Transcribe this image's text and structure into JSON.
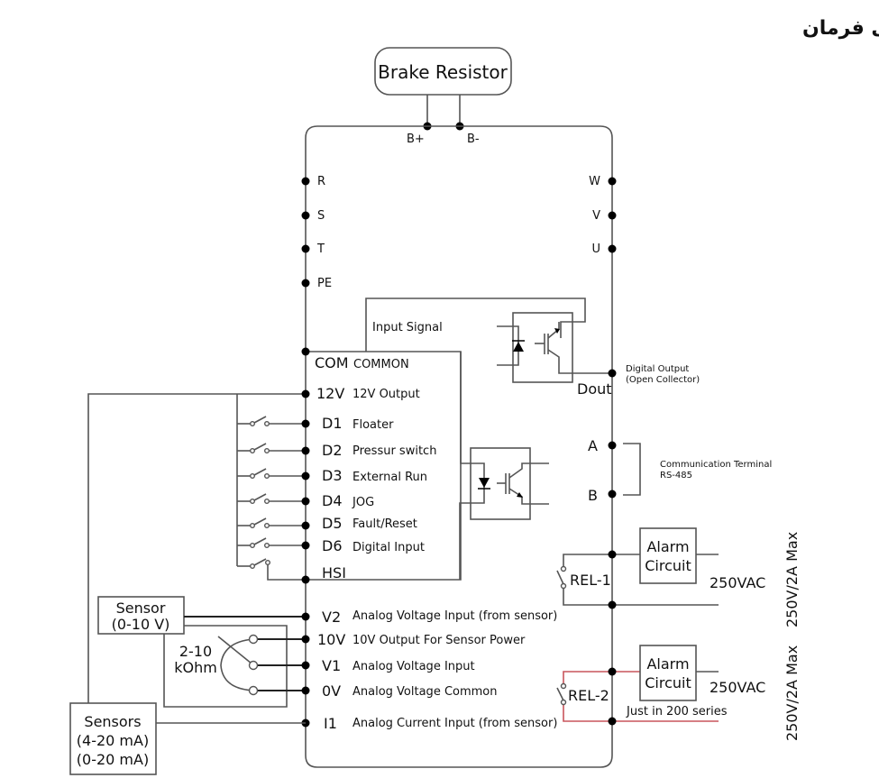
{
  "title": "ترمینال‌های فرمان",
  "brake_resistor": {
    "label": "Brake Resistor",
    "terminals": [
      "B+",
      "B-"
    ]
  },
  "power_inputs": [
    "R",
    "S",
    "T",
    "PE"
  ],
  "motor_outputs": [
    "W",
    "V",
    "U"
  ],
  "input_signal_label": "Input Signal",
  "control_terminals": [
    {
      "name": "COM",
      "desc": "COMMON"
    },
    {
      "name": "12V",
      "desc": "12V Output"
    },
    {
      "name": "D1",
      "desc": "Floater"
    },
    {
      "name": "D2",
      "desc": "Pressur switch"
    },
    {
      "name": "D3",
      "desc": "External Run"
    },
    {
      "name": "D4",
      "desc": "JOG"
    },
    {
      "name": "D5",
      "desc": "Fault/Reset"
    },
    {
      "name": "D6",
      "desc": "Digital Input"
    },
    {
      "name": "HSI",
      "desc": ""
    }
  ],
  "analog_terminals": [
    {
      "name": "V2",
      "desc": "Analog Voltage Input (from sensor)"
    },
    {
      "name": "10V",
      "desc": "10V Output For Sensor Power"
    },
    {
      "name": "V1",
      "desc": "Analog Voltage Input"
    },
    {
      "name": "0V",
      "desc": "Analog Voltage Common"
    },
    {
      "name": "I1",
      "desc": "Analog Current Input (from sensor)"
    }
  ],
  "digital_output": {
    "name": "Dout",
    "desc_line1": "Digital Output",
    "desc_line2": "(Open Collector)"
  },
  "communication": {
    "a": "A",
    "b": "B",
    "desc_line1": "Communication Terminal",
    "desc_line2": "RS-485"
  },
  "relays": [
    {
      "name": "REL-1",
      "circuit_line1": "Alarm",
      "circuit_line2": "Circuit",
      "voltage": "250VAC",
      "rating": "250V/2A Max",
      "note": ""
    },
    {
      "name": "REL-2",
      "circuit_line1": "Alarm",
      "circuit_line2": "Circuit",
      "voltage": "250VAC",
      "rating": "250V/2A Max",
      "note": "Just in 200 series"
    }
  ],
  "voltage_sensor": {
    "line1": "Sensor",
    "line2": "(0-10 V)"
  },
  "potentiometer": {
    "line1": "2-10",
    "line2": "kOhm"
  },
  "current_sensor": {
    "line1": "Sensors",
    "line2": "(4-20 mA)",
    "line3": "(0-20 mA)"
  },
  "colors": {
    "wire": "#555555",
    "terminal": "#000000",
    "rel2_wire": "#c9555b"
  }
}
